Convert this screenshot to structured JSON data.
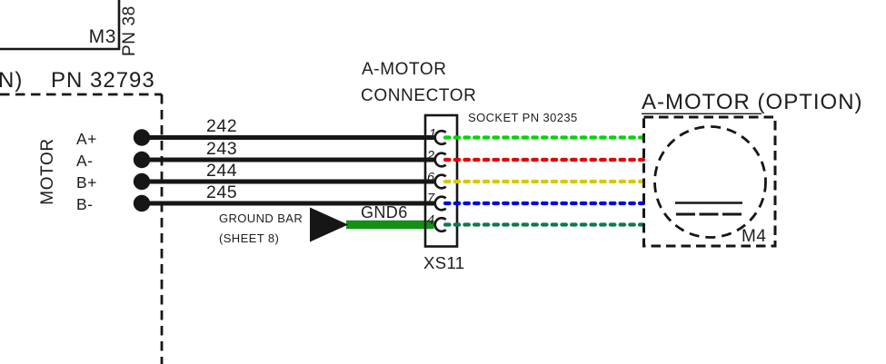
{
  "colors": {
    "line": "#161616",
    "pin1_wire_green": "#00D600",
    "pin2_wire_red": "#E80000",
    "pin6_wire_yellow": "#D6C900",
    "pin7_wire_blue": "#0000E6",
    "pin4_wire_teal": "#0C7B4E",
    "ground_wire_green": "#149014"
  },
  "upper_reference": {
    "designator": "M3",
    "part_number_vertical": "PN 38"
  },
  "left_module": {
    "title_fragment": "N)",
    "part_number": "PN 32793",
    "group_label": "MOTOR",
    "terminals": [
      {
        "label": "A+",
        "wire_number": "242"
      },
      {
        "label": "A-",
        "wire_number": "243"
      },
      {
        "label": "B+",
        "wire_number": "244"
      },
      {
        "label": "B-",
        "wire_number": "245"
      }
    ]
  },
  "ground": {
    "name": "GROUND BAR",
    "sheet_ref": "(SHEET 8)",
    "wire_number": "GND6"
  },
  "connector": {
    "title_line1": "A-MOTOR",
    "title_line2": "CONNECTOR",
    "socket_part": "SOCKET PN 30235",
    "designator": "XS11",
    "pins": [
      "1",
      "2",
      "6",
      "7",
      "4"
    ]
  },
  "motor_option": {
    "title": "A-MOTOR (OPTION)",
    "designator": "M4"
  }
}
